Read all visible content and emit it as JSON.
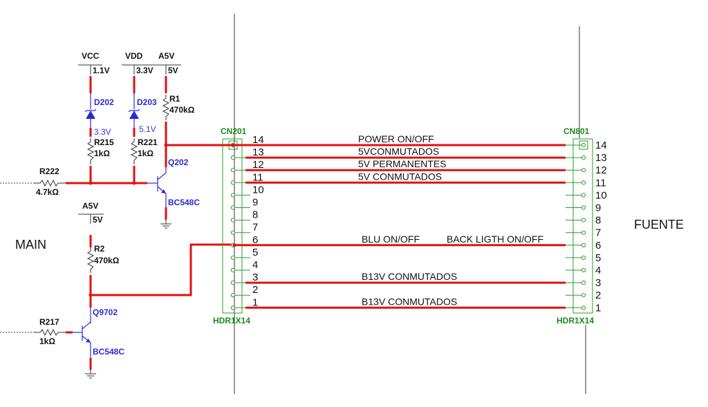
{
  "regions": {
    "left": "MAIN",
    "right": "FUENTE"
  },
  "rails": [
    {
      "name": "VCC",
      "value": "1.1V"
    },
    {
      "name": "VDD",
      "value": "3.3V"
    },
    {
      "name": "A5V",
      "value": "5V"
    },
    {
      "name": "A5V",
      "value": "5V"
    }
  ],
  "components": {
    "D202": {
      "ref": "D202",
      "note": "3.3V"
    },
    "D203": {
      "ref": "D203",
      "note": "5.1V"
    },
    "R1": {
      "ref": "R1",
      "value": "470kΩ"
    },
    "R215": {
      "ref": "R215",
      "value": "1kΩ"
    },
    "R221": {
      "ref": "R221",
      "value": "1kΩ"
    },
    "R222": {
      "ref": "R222",
      "value": "4.7kΩ"
    },
    "Q202": {
      "ref": "Q202",
      "model": "BC548C"
    },
    "R2": {
      "ref": "R2",
      "value": "470kΩ"
    },
    "Q9702": {
      "ref": "Q9702",
      "model": "BC548C"
    },
    "R217": {
      "ref": "R217",
      "value": "1kΩ"
    }
  },
  "connectors": {
    "left": {
      "ref": "CN201",
      "type": "HDR1X14"
    },
    "right": {
      "ref": "CN801",
      "type": "HDR1X14"
    }
  },
  "pins": [
    "14",
    "13",
    "12",
    "11",
    "10",
    "9",
    "8",
    "7",
    "6",
    "5",
    "4",
    "3",
    "2",
    "1"
  ],
  "signals": [
    {
      "pin": "14",
      "label": "POWER ON/OFF",
      "label2": ""
    },
    {
      "pin": "13",
      "label": "5VCONMUTADOS",
      "label2": ""
    },
    {
      "pin": "12",
      "label": "5V PERMANENTES",
      "label2": ""
    },
    {
      "pin": "11",
      "label": "5V CONMUTADOS",
      "label2": ""
    },
    {
      "pin": "6",
      "label": "BLU ON/OFF",
      "label2": "BACK LIGTH ON/OFF"
    },
    {
      "pin": "3",
      "label": "B13V CONMUTADOS",
      "label2": ""
    },
    {
      "pin": "1",
      "label": "B13V CONMUTADOS",
      "label2": ""
    }
  ],
  "colors": {
    "wire": "#e01010",
    "component": "#2a2ad0",
    "connector": "#2a9a2a"
  }
}
